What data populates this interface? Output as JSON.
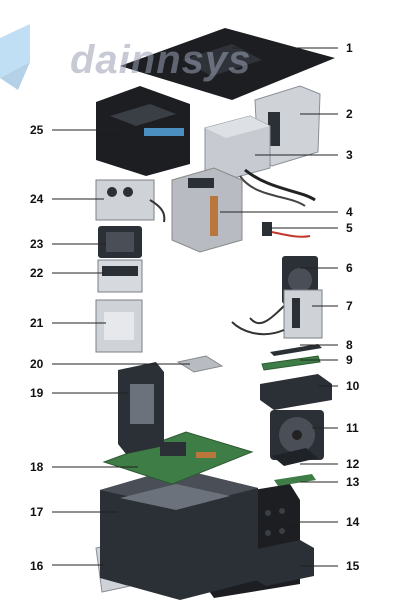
{
  "watermark": "dainnsys",
  "callouts": [
    "1",
    "2",
    "3",
    "4",
    "5",
    "6",
    "7",
    "8",
    "9",
    "10",
    "11",
    "12",
    "13",
    "14",
    "15",
    "16",
    "17",
    "18",
    "19",
    "20",
    "21",
    "22",
    "23",
    "24",
    "25"
  ],
  "colors": {
    "line": "#222222",
    "metal": "#bfc3c9",
    "dark": "#2b2f36",
    "board": "#3f7d47",
    "copper": "#b9773e",
    "watermark": "#9aa0b4",
    "logo_blue": "#4da3e0"
  }
}
